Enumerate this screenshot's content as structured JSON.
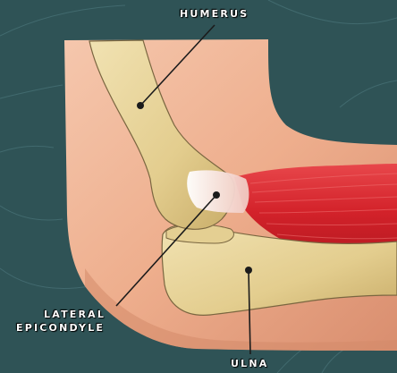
{
  "labels": {
    "humerus": "HUMERUS",
    "lateral_epicondyle_line1": "LATERAL",
    "lateral_epicondyle_line2": "EPICONDYLE",
    "ulna": "ULNA"
  },
  "colors": {
    "background": "#2f5356",
    "skin": "#efb191",
    "bone": "#ead79f",
    "muscle": "#d9232b",
    "tendon": "#f4f0ec"
  }
}
